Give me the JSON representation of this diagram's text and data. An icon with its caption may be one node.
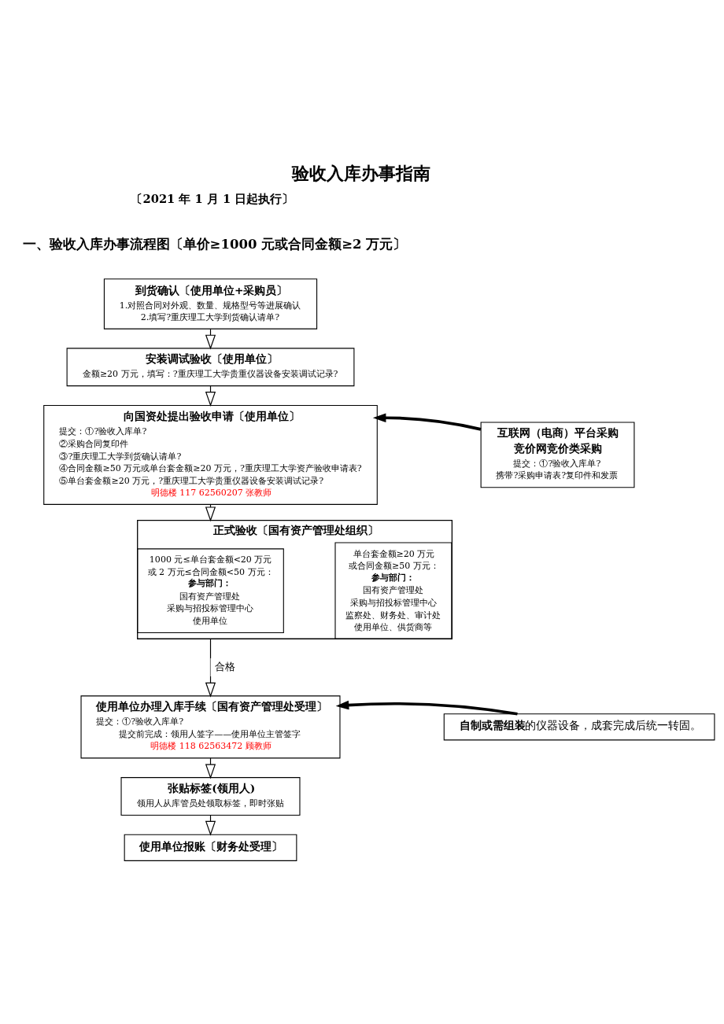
{
  "diagram": {
    "title": "验收入库办事指南",
    "nodes": [
      {
        "text": [
          "到货确认〔使用单位+采购员〕",
          "1.对照合同对外观、数量、规格型号等进展确认",
          "2.填写?重庆理工大学到货确认请单?"
        ]
      },
      {
        "text": [
          "安装调试验收〔使用单位〕",
          "金额≥20 万元，填写：?重庆理工大学贵重仪器设备安装调试记录?"
        ]
      },
      {
        "text": [
          "向国资处提出验收申请〔使用单位〕",
          "提交：①?验收入库单?",
          "②采购合同复印件",
          "③?重庆理工大学到货确认请单?",
          "④合同金额≥50 万元或单台套金额≥20 万元，?重庆理工大学资产验收申请表?",
          "⑤单台套金额≥20 万元，?重庆理工大学贵重仪器设备安装调试记录?",
          "明德楼 117 62560207 张教师"
        ]
      },
      {
        "text": [
          "互联网（电商）平台采购",
          "竞价网竞价类采购",
          "提交：①?验收入库单?",
          "携带?采购申请表?复印件和发票"
        ]
      },
      {
        "text": [
          "正式验收〔国有资产管理处组织〕"
        ]
      },
      {
        "text": [
          "1000 元≤单台套金额<20 万元",
          "或 2 万元≤合同金额<50 万元：",
          "参与部门：",
          "国有资产管理处",
          "采购与招投标管理中心",
          "使用单位"
        ],
        "in": 4
      },
      {
        "text": [
          "单台套金额≥20 万元",
          "或合同金额≥50 万元：",
          "参与部门：",
          "国有资产管理处",
          "采购与招投标管理中心",
          "监察处、财务处、审计处",
          "使用单位、供货商等"
        ],
        "in": 4
      },
      {
        "text": [
          "使用单位办理入库手续〔国有资产管理处受理〕",
          "提交：①?验收入库单?",
          "提交前完成：领用人签字——使用单位主管签字",
          "明德楼 118 62563472 顾教师"
        ]
      },
      {
        "text": [
          "**自制或需组装**的仪器设备，成套完成后统一转固。"
        ]
      },
      {
        "text": [
          "张贴标签(领用人)",
          "领用人从库管员处领取标签，即时张贴"
        ]
      },
      {
        "text": [
          "使用单位报账〔财务处受理〕"
        ]
      }
    ],
    "edges": [
      {
        "from": 0,
        "to": 1,
        "arrow": "to"
      },
      {
        "from": 1,
        "to": 2,
        "arrow": "to"
      },
      {
        "from": 3,
        "to": 2,
        "arrow": "to",
        "style": "thick"
      },
      {
        "from": 2,
        "to": 4,
        "arrow": "to"
      },
      {
        "from": 4,
        "to": 7,
        "arrow": "to",
        "label": "合格"
      },
      {
        "from": 8,
        "to": 7,
        "arrow": "to",
        "style": "thick"
      },
      {
        "from": 7,
        "to": 9,
        "arrow": "to"
      },
      {
        "from": 9,
        "to": 10,
        "arrow": "to"
      }
    ],
    "labels": [
      "〔2021 年 1 月 1 日起执行〕",
      "一、验收入库办事流程图〔单价≥1000 元或合同金额≥2 万元〕"
    ]
  }
}
